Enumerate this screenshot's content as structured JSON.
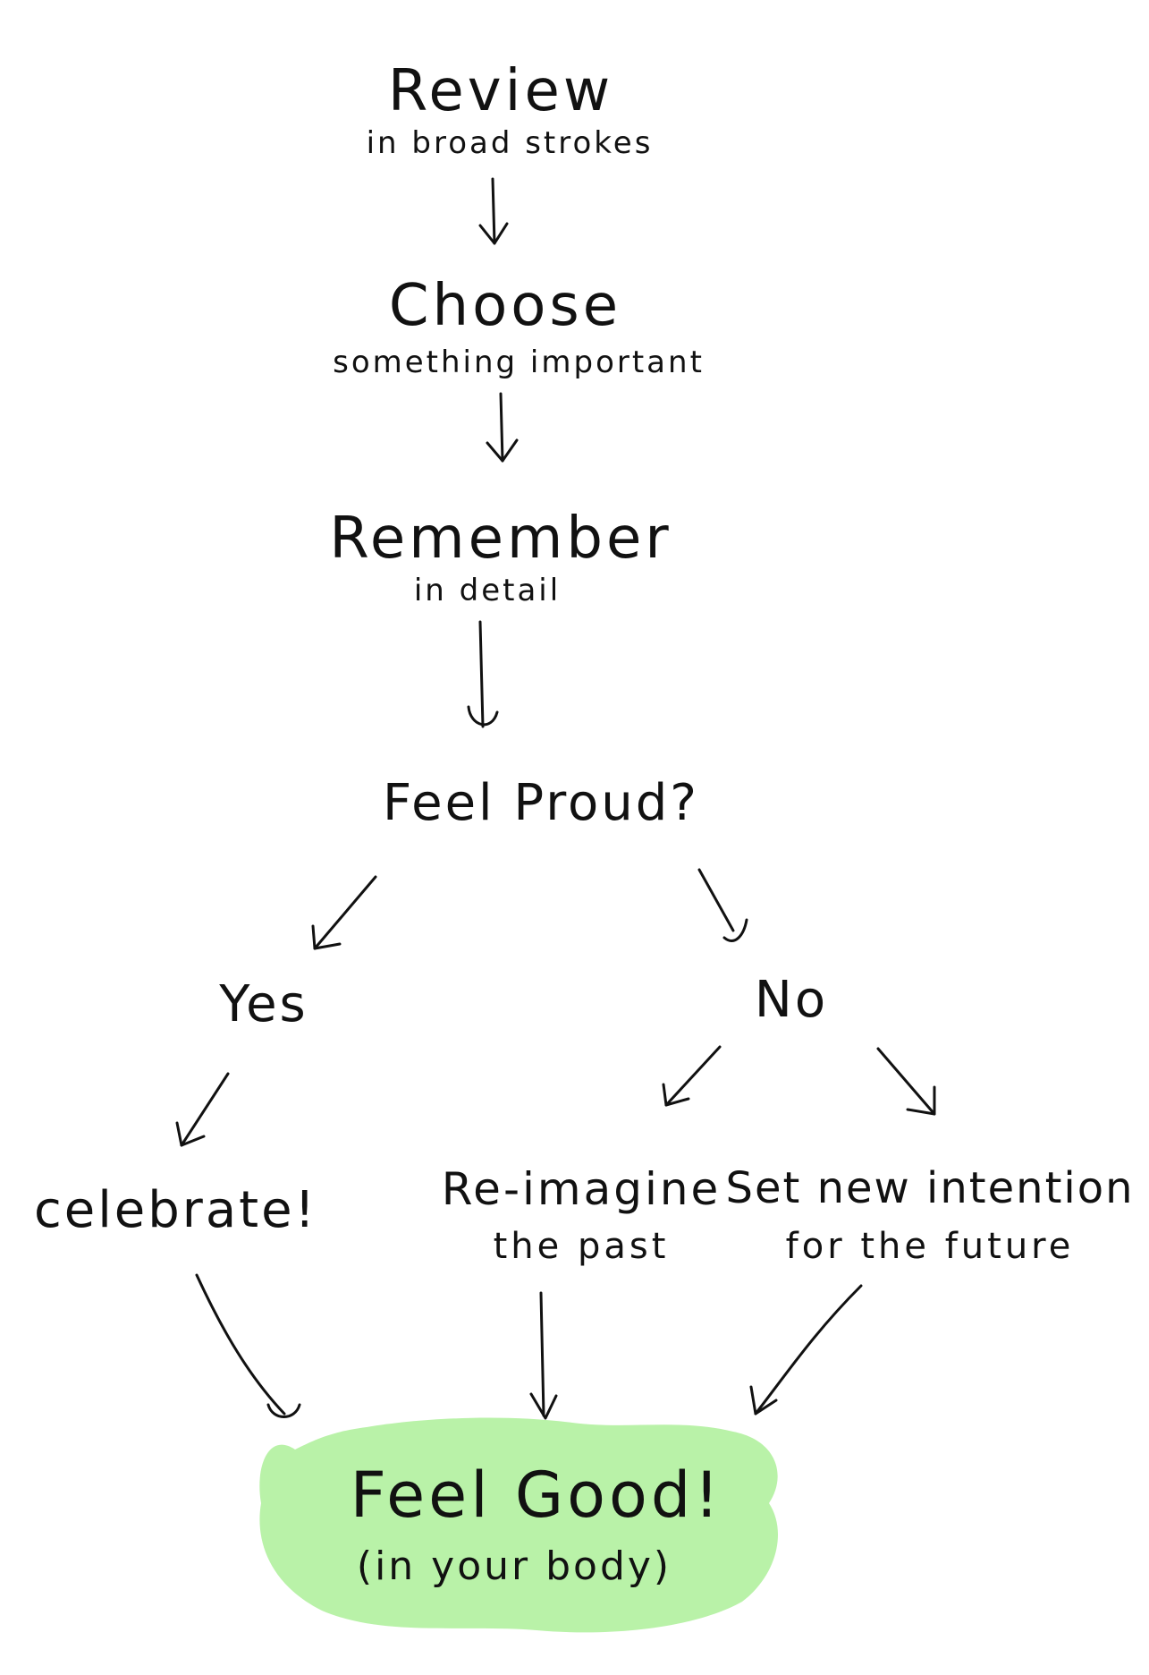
{
  "diagram": {
    "review": {
      "title": "Review",
      "subtitle": "in broad strokes"
    },
    "choose": {
      "title": "Choose",
      "subtitle": "something important"
    },
    "remember": {
      "title": "Remember",
      "subtitle": "in detail"
    },
    "question": "Feel Proud?",
    "yes": "Yes",
    "no": "No",
    "celebrate": "celebrate!",
    "reimagine": {
      "title": "Re-imagine",
      "subtitle": "the past"
    },
    "intention": {
      "title": "Set new intention",
      "subtitle": "for the future"
    },
    "outcome": {
      "title": "Feel Good!",
      "subtitle": "(in your body)"
    }
  },
  "colors": {
    "ink": "#111111",
    "highlight": "#b9f2a8"
  }
}
